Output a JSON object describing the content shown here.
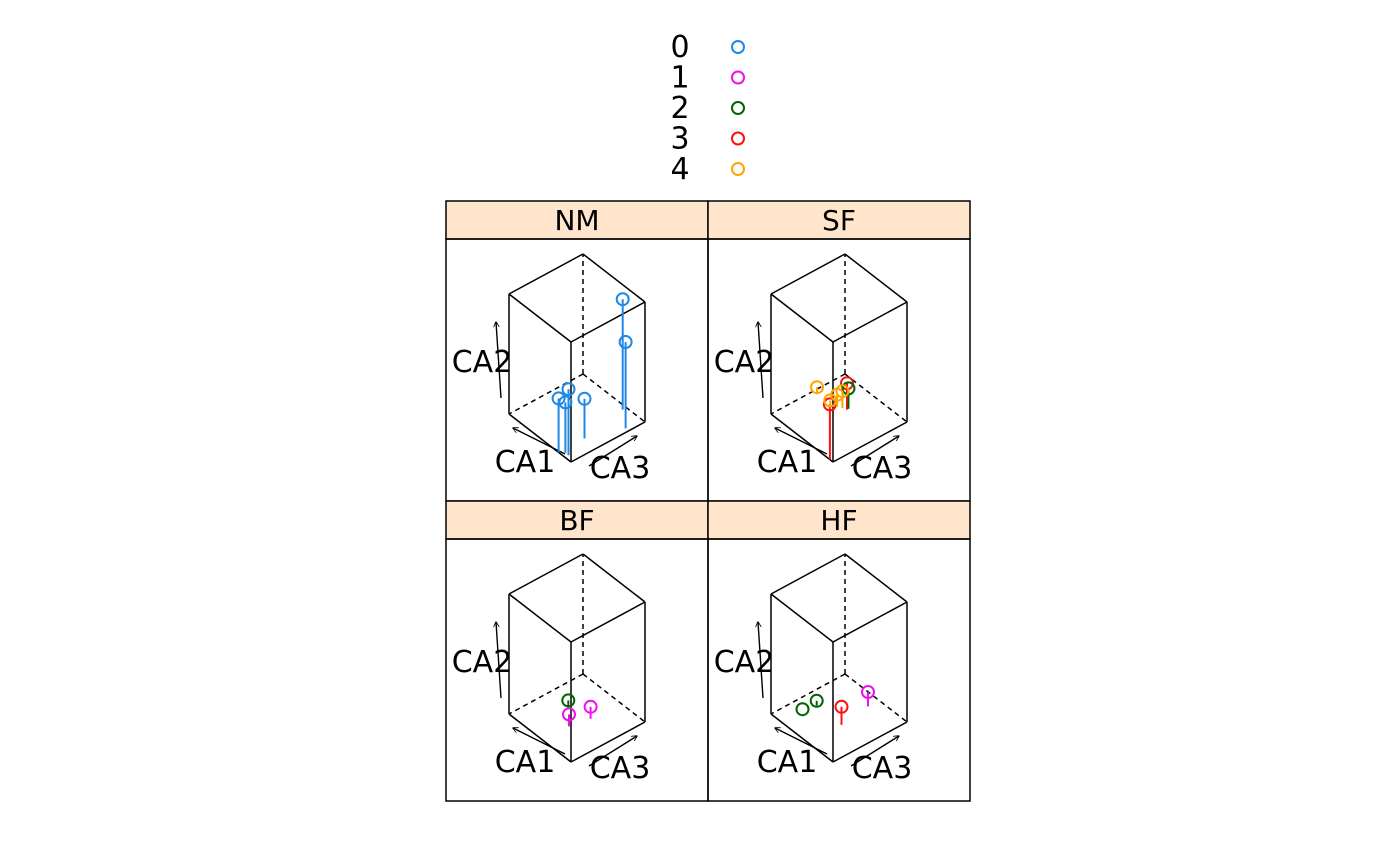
{
  "chart_data": {
    "type": "scatter",
    "subtype": "3d-cloud-trellis",
    "title": "",
    "axis_labels": {
      "x": "CA1",
      "y": "CA2",
      "z": "CA3"
    },
    "legend": {
      "placement": "top",
      "entries": [
        {
          "label": "0",
          "color": "#1E88E5"
        },
        {
          "label": "1",
          "color": "#EE10EE"
        },
        {
          "label": "2",
          "color": "#006400"
        },
        {
          "label": "3",
          "color": "#FF1010"
        },
        {
          "label": "4",
          "color": "#FFA500"
        }
      ]
    },
    "strip_color": "#FFE5CC",
    "panels": [
      {
        "name": "NM",
        "points": [
          {
            "group": "0",
            "x": 0.15,
            "y": 0.42,
            "z": 0.05
          },
          {
            "group": "0",
            "x": 0.2,
            "y": 0.45,
            "z": 0.0
          },
          {
            "group": "0",
            "x": 0.1,
            "y": 0.55,
            "z": 0.05
          },
          {
            "group": "0",
            "x": 0.2,
            "y": 0.33,
            "z": 0.35
          },
          {
            "group": "0",
            "x": 0.05,
            "y": 0.72,
            "z": 0.78
          },
          {
            "group": "0",
            "x": 0.3,
            "y": 0.92,
            "z": 0.95
          }
        ]
      },
      {
        "name": "SF",
        "points": [
          {
            "group": "3",
            "x": 0.05,
            "y": 0.46,
            "z": 0.0
          },
          {
            "group": "3",
            "x": 0.55,
            "y": 0.22,
            "z": 0.65
          },
          {
            "group": "2",
            "x": 0.55,
            "y": 0.17,
            "z": 0.67
          },
          {
            "group": "4",
            "x": 0.6,
            "y": 0.14,
            "z": 0.63
          },
          {
            "group": "4",
            "x": 0.65,
            "y": 0.1,
            "z": 0.6
          },
          {
            "group": "4",
            "x": 0.7,
            "y": 0.05,
            "z": 0.55
          },
          {
            "group": "4",
            "x": 0.95,
            "y": 0.05,
            "z": 0.58
          }
        ]
      },
      {
        "name": "BF",
        "points": [
          {
            "group": "1",
            "x": 0.45,
            "y": 0.1,
            "z": 0.35
          },
          {
            "group": "2",
            "x": 0.7,
            "y": 0.05,
            "z": 0.55
          },
          {
            "group": "1",
            "x": 0.4,
            "y": 0.1,
            "z": 0.6
          }
        ]
      },
      {
        "name": "HF",
        "points": [
          {
            "group": "2",
            "x": 0.85,
            "y": 0.0,
            "z": 0.3
          },
          {
            "group": "2",
            "x": 0.8,
            "y": 0.04,
            "z": 0.45
          },
          {
            "group": "3",
            "x": 0.4,
            "y": 0.15,
            "z": 0.45
          },
          {
            "group": "1",
            "x": 0.45,
            "y": 0.12,
            "z": 0.85
          }
        ]
      }
    ]
  }
}
